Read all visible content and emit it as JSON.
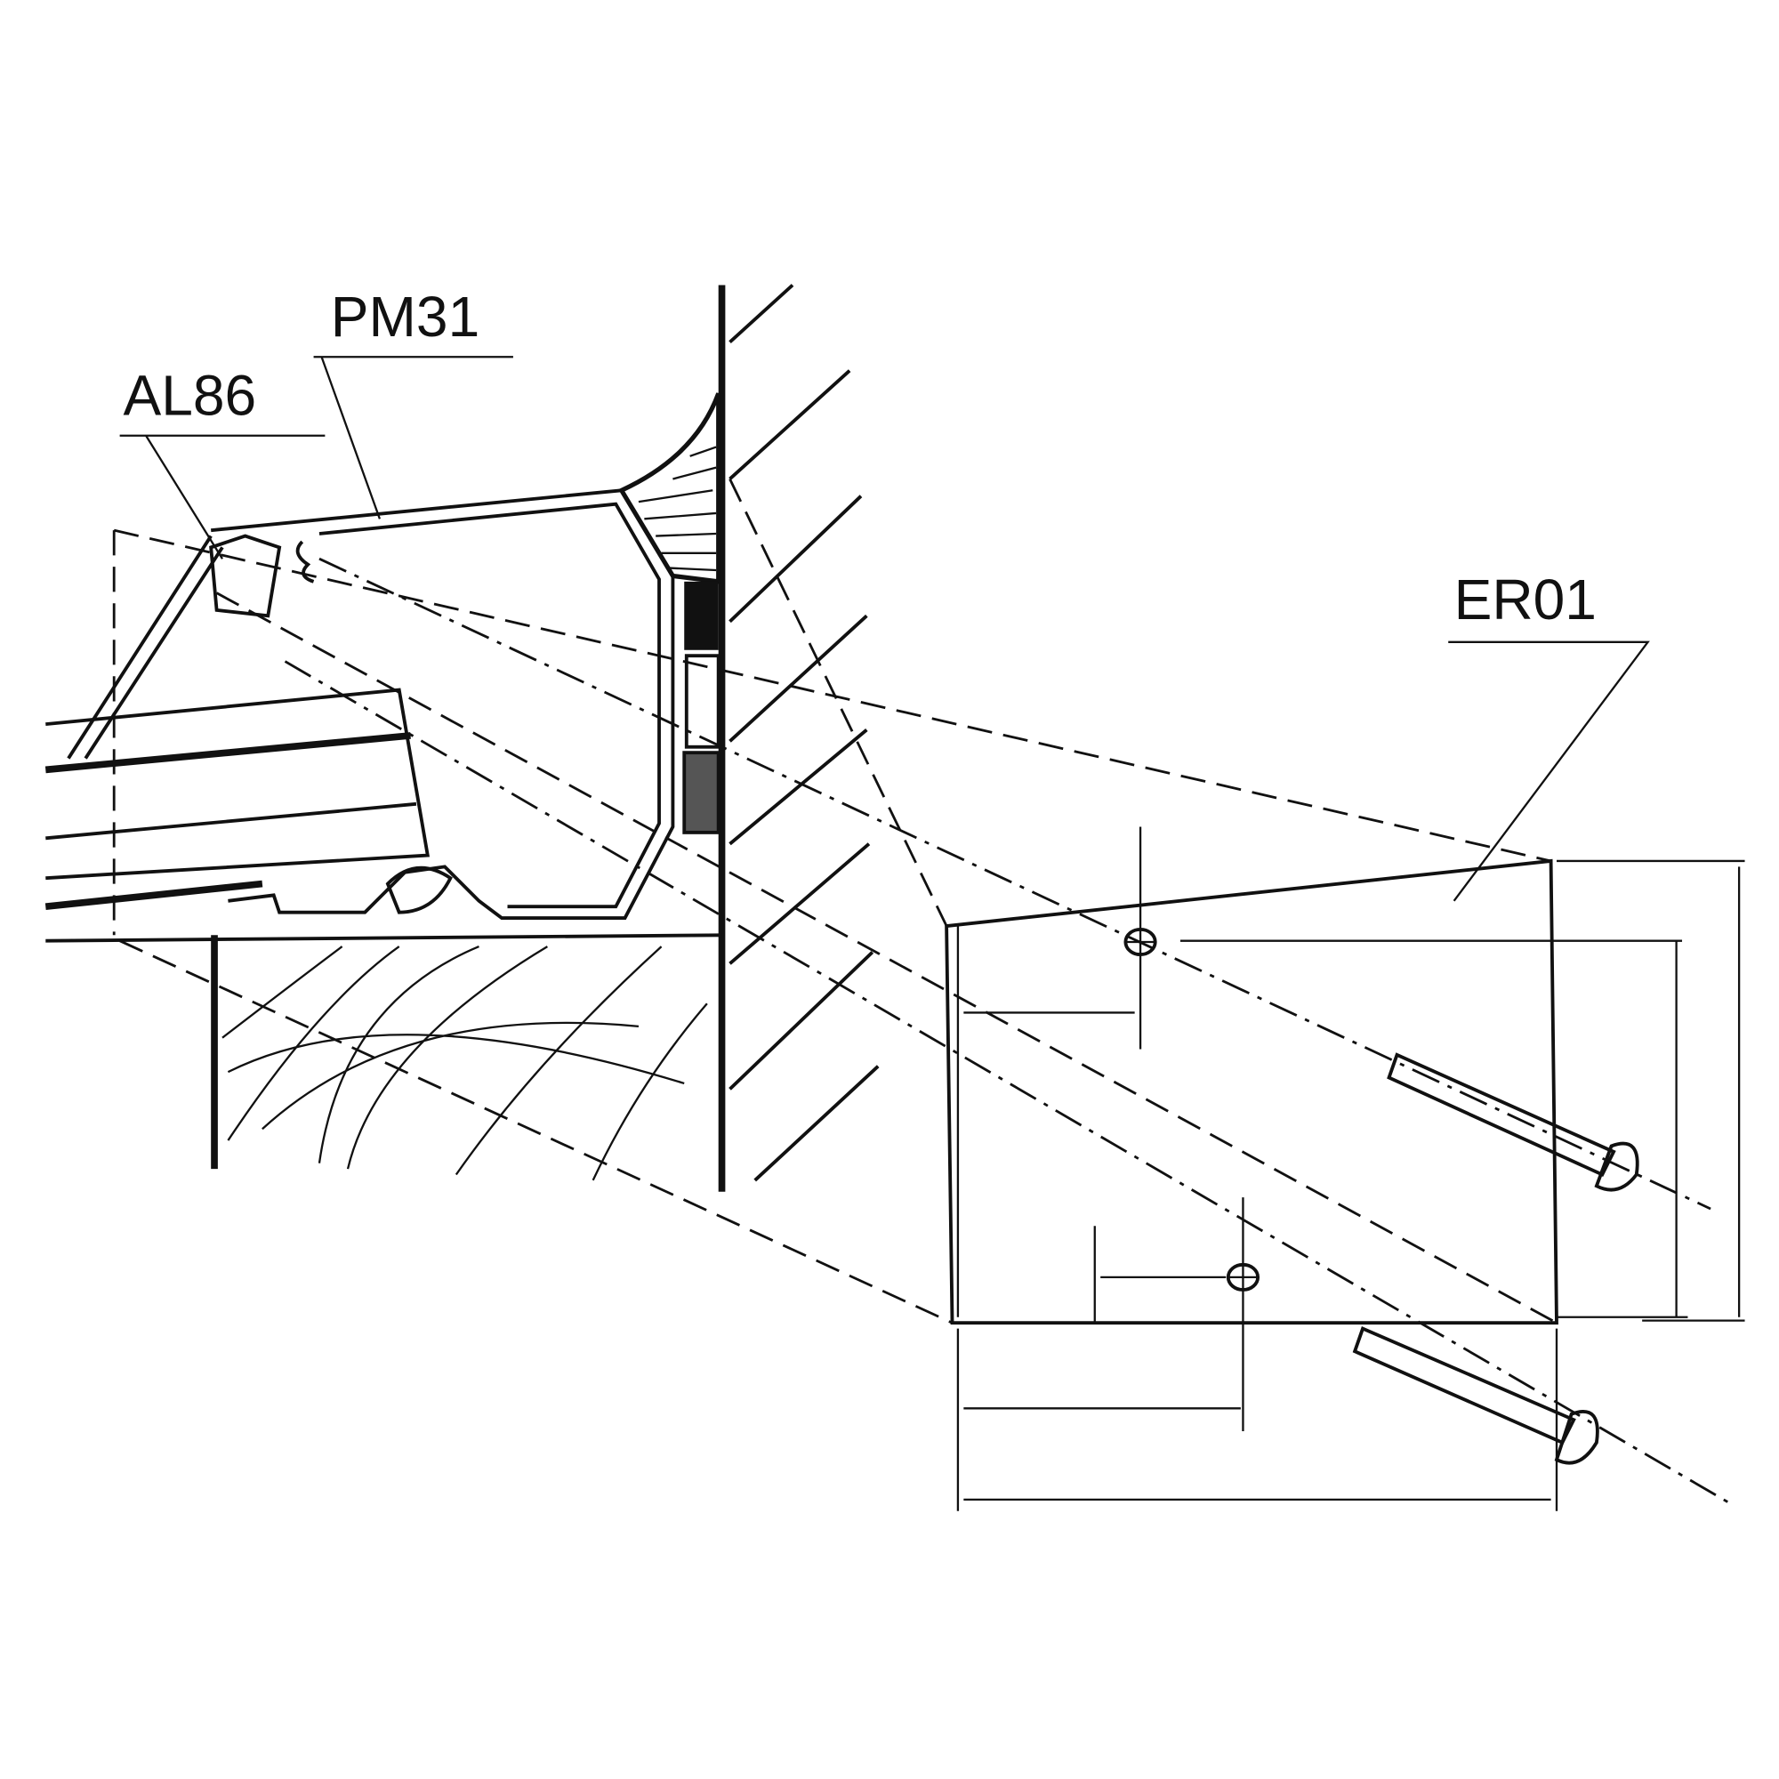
{
  "labels": {
    "pm31": "PM31",
    "al86": "AL86",
    "er01": "ER01"
  },
  "colors": {
    "ink": "#111111",
    "paper": "#ffffff"
  }
}
